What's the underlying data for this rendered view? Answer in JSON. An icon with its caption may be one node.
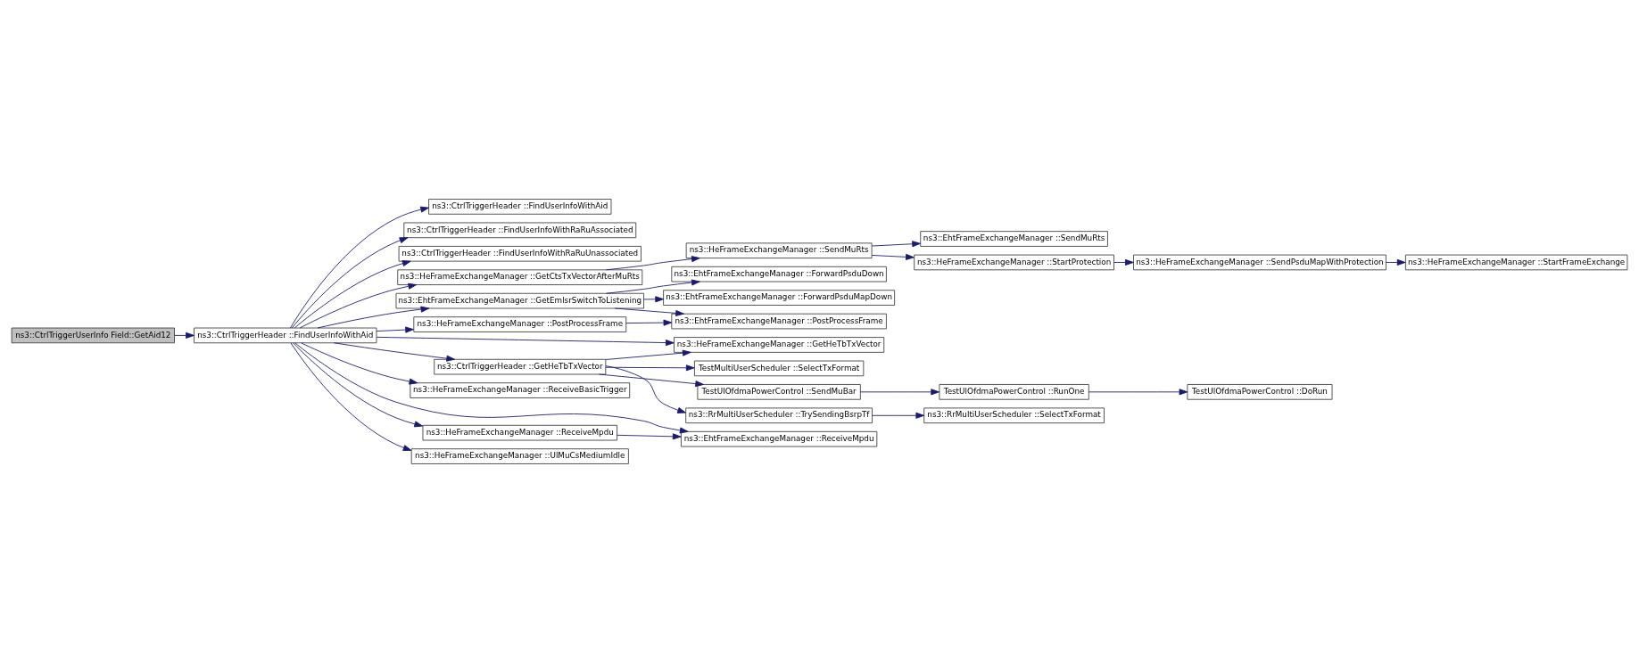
{
  "diagram": {
    "nodes": [
      {
        "text": [
          "ns3::CtrlTriggerUserInfo Field::GetAid12"
        ]
      },
      {
        "text": [
          "ns3::CtrlTriggerHeader ::FindUserInfoWithAid"
        ]
      },
      {
        "text": [
          "ns3::CtrlTriggerHeader ::FindUserInfoWithAid"
        ]
      },
      {
        "text": [
          "ns3::CtrlTriggerHeader ::FindUserInfoWithRaRuAssociated"
        ]
      },
      {
        "text": [
          "ns3::CtrlTriggerHeader ::FindUserInfoWithRaRuUnassociated"
        ]
      },
      {
        "text": [
          "ns3::HeFrameExchangeManager ::GetCtsTxVectorAfterMuRts"
        ]
      },
      {
        "text": [
          "ns3::EhtFrameExchangeManager ::GetEmlsrSwitchToListening"
        ]
      },
      {
        "text": [
          "ns3::HeFrameExchangeManager ::PostProcessFrame"
        ]
      },
      {
        "text": [
          "ns3::HeFrameExchangeManager ::GetHeTbTxVector"
        ]
      },
      {
        "text": [
          "ns3::CtrlTriggerHeader ::GetHeTbTxVector"
        ]
      },
      {
        "text": [
          "ns3::HeFrameExchangeManager ::ReceiveBasicTrigger"
        ]
      },
      {
        "text": [
          "ns3::EhtFrameExchangeManager ::ReceiveMpdu"
        ]
      },
      {
        "text": [
          "ns3::HeFrameExchangeManager ::ReceiveMpdu"
        ]
      },
      {
        "text": [
          "ns3::HeFrameExchangeManager ::UlMuCsMediumIdle"
        ]
      },
      {
        "text": [
          "ns3::HeFrameExchangeManager ::SendMuRts"
        ]
      },
      {
        "text": [
          "ns3::EhtFrameExchangeManager ::SendMuRts"
        ]
      },
      {
        "text": [
          "ns3::HeFrameExchangeManager ::StartProtection"
        ]
      },
      {
        "text": [
          "ns3::HeFrameExchangeManager ::SendPsduMapWithProtection"
        ]
      },
      {
        "text": [
          "ns3::HeFrameExchangeManager ::StartFrameExchange"
        ]
      },
      {
        "text": [
          "ns3::EhtFrameExchangeManager ::ForwardPsduDown"
        ]
      },
      {
        "text": [
          "ns3::EhtFrameExchangeManager ::ForwardPsduMapDown"
        ]
      },
      {
        "text": [
          "ns3::EhtFrameExchangeManager ::PostProcessFrame"
        ]
      },
      {
        "text": [
          "TestMultiUserScheduler ::SelectTxFormat"
        ]
      },
      {
        "text": [
          "TestUlOfdmaPowerControl ::SendMuBar"
        ]
      },
      {
        "text": [
          "TestUlOfdmaPowerControl ::RunOne"
        ]
      },
      {
        "text": [
          "TestUlOfdmaPowerControl ::DoRun"
        ]
      },
      {
        "text": [
          "ns3::RrMultiUserScheduler ::TrySendingBsrpTf"
        ]
      },
      {
        "text": [
          "ns3::RrMultiUserScheduler ::SelectTxFormat"
        ]
      }
    ],
    "edges": [
      {
        "from": 0,
        "to": 1,
        "arrow": "to"
      },
      {
        "from": 1,
        "to": 2,
        "arrow": "to"
      },
      {
        "from": 1,
        "to": 3,
        "arrow": "to"
      },
      {
        "from": 1,
        "to": 4,
        "arrow": "to"
      },
      {
        "from": 1,
        "to": 5,
        "arrow": "to"
      },
      {
        "from": 1,
        "to": 6,
        "arrow": "to"
      },
      {
        "from": 1,
        "to": 7,
        "arrow": "to"
      },
      {
        "from": 1,
        "to": 8,
        "arrow": "to"
      },
      {
        "from": 1,
        "to": 9,
        "arrow": "to"
      },
      {
        "from": 1,
        "to": 10,
        "arrow": "to"
      },
      {
        "from": 1,
        "to": 11,
        "arrow": "to"
      },
      {
        "from": 1,
        "to": 12,
        "arrow": "to"
      },
      {
        "from": 1,
        "to": 13,
        "arrow": "to"
      },
      {
        "from": 5,
        "to": 14,
        "arrow": "to"
      },
      {
        "from": 14,
        "to": 15,
        "arrow": "to"
      },
      {
        "from": 14,
        "to": 16,
        "arrow": "to"
      },
      {
        "from": 16,
        "to": 17,
        "arrow": "to"
      },
      {
        "from": 17,
        "to": 18,
        "arrow": "to"
      },
      {
        "from": 6,
        "to": 19,
        "arrow": "to"
      },
      {
        "from": 6,
        "to": 20,
        "arrow": "to"
      },
      {
        "from": 6,
        "to": 21,
        "arrow": "to"
      },
      {
        "from": 7,
        "to": 21,
        "arrow": "to"
      },
      {
        "from": 9,
        "to": 8,
        "arrow": "to"
      },
      {
        "from": 9,
        "to": 22,
        "arrow": "to"
      },
      {
        "from": 9,
        "to": 23,
        "arrow": "to"
      },
      {
        "from": 9,
        "to": 26,
        "arrow": "to"
      },
      {
        "from": 23,
        "to": 24,
        "arrow": "to"
      },
      {
        "from": 24,
        "to": 25,
        "arrow": "to"
      },
      {
        "from": 26,
        "to": 27,
        "arrow": "to"
      },
      {
        "from": 12,
        "to": 11,
        "arrow": "to"
      }
    ]
  }
}
